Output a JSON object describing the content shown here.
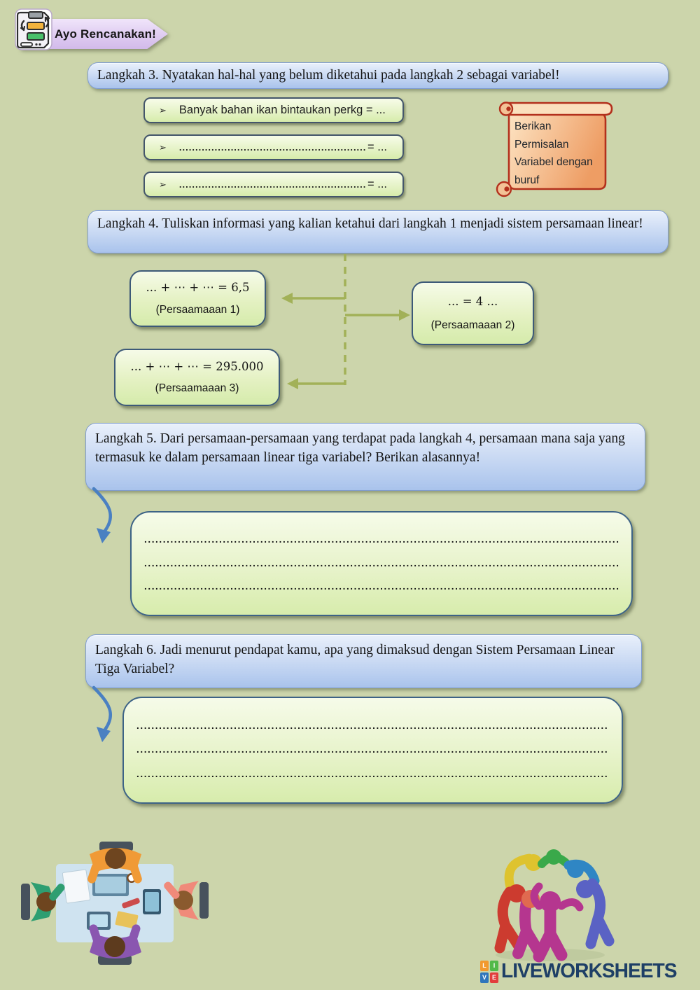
{
  "colors": {
    "page_bg": "#ccd5ab",
    "header_blue": "#a9c3ec",
    "box_green": "#d7ecab",
    "arrow_olive": "#a2b158",
    "scroll_border": "#b3301c",
    "curved_arrow_blue": "#4a80c2",
    "logo_navy": "#1e3f66"
  },
  "banner": {
    "label": "Ayo Rencanakan!"
  },
  "steps": {
    "step3": "Langkah 3. Nyatakan hal-hal yang belum diketahui pada langkah 2 sebagai variabel!",
    "step4": "Langkah 4. Tuliskan informasi yang kalian ketahui dari langkah 1 menjadi sistem persamaan linear!",
    "step5": "Langkah 5. Dari persamaan-persamaan yang terdapat pada langkah 4, persamaan mana saja yang termasuk ke dalam persamaan linear tiga variabel? Berikan alasannya!",
    "step6": "Langkah 6. Jadi menurut pendapat kamu, apa yang dimaksud dengan Sistem Persamaan Linear Tiga Variabel?"
  },
  "variables": {
    "bullet": "➢",
    "item1": "Banyak bahan ikan bintaukan perkg  = ...",
    "blank_equals": "= ..."
  },
  "blanks": {
    "dots_medium": "....................................................................................................................",
    "dots_long": "........................................................................................................................................................................................................................................................"
  },
  "note": {
    "lines": [
      "Berikan",
      "Permisalan",
      "Variabel dengan",
      "buruf"
    ]
  },
  "equations": [
    {
      "formula": "... + ⋯ + ⋯  =  6,5",
      "label": "(Persaamaaan 1)"
    },
    {
      "formula": "... = 4 ...",
      "label": "(Persaamaaan 2)"
    },
    {
      "formula": "... + ⋯ + ⋯  =  295.000",
      "label": "(Persaamaaan 3)"
    }
  ],
  "logo": {
    "tiles": [
      "L",
      "I",
      "V",
      "E"
    ],
    "text": "LIVEWORKSHEETS"
  }
}
